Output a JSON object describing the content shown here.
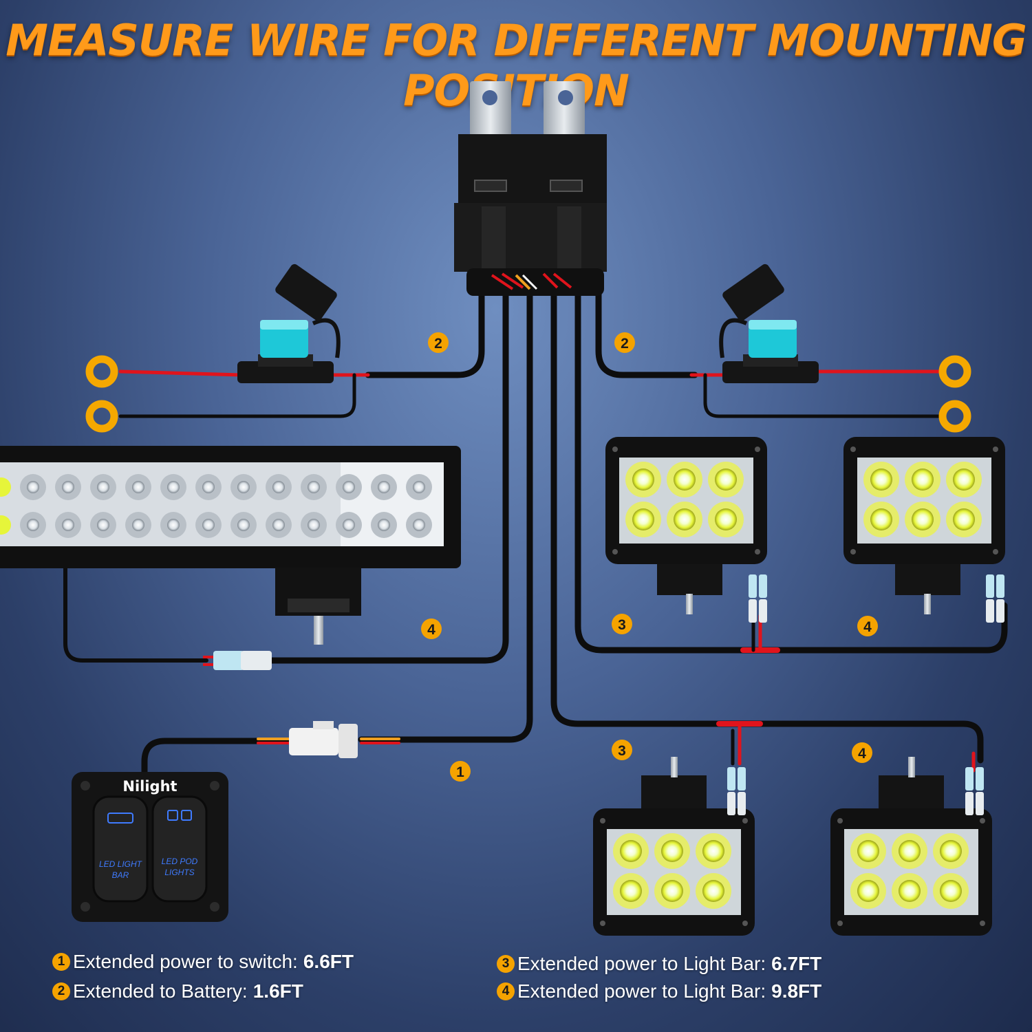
{
  "title": "MEASURE WIRE FOR DIFFERENT MOUNTING POSITION",
  "diagram": {
    "switch_panel": {
      "brand": "Nilight",
      "left_switch_line1": "LED LIGHT",
      "left_switch_line2": "BAR",
      "right_switch_line1": "LED POD",
      "right_switch_line2": "LIGHTS"
    },
    "wire_markers": [
      {
        "number": "2"
      },
      {
        "number": "2"
      },
      {
        "number": "4"
      },
      {
        "number": "3"
      },
      {
        "number": "4"
      },
      {
        "number": "1"
      },
      {
        "number": "3"
      },
      {
        "number": "4"
      }
    ]
  },
  "legend": [
    {
      "number": "1",
      "label": "Extended power to switch:",
      "value": "6.6FT"
    },
    {
      "number": "2",
      "label": "Extended to Battery:",
      "value": "1.6FT"
    },
    {
      "number": "3",
      "label": "Extended power to Light Bar:",
      "value": "6.7FT"
    },
    {
      "number": "4",
      "label": "Extended power to Light Bar:",
      "value": "9.8FT"
    }
  ],
  "colors": {
    "title": "#ff9a1a",
    "badge": "#f5a300",
    "wire_black": "#0d0d0d",
    "wire_red": "#e0141c",
    "fuse": "#1ec8d8",
    "switch_backlight": "#3f7bff"
  }
}
